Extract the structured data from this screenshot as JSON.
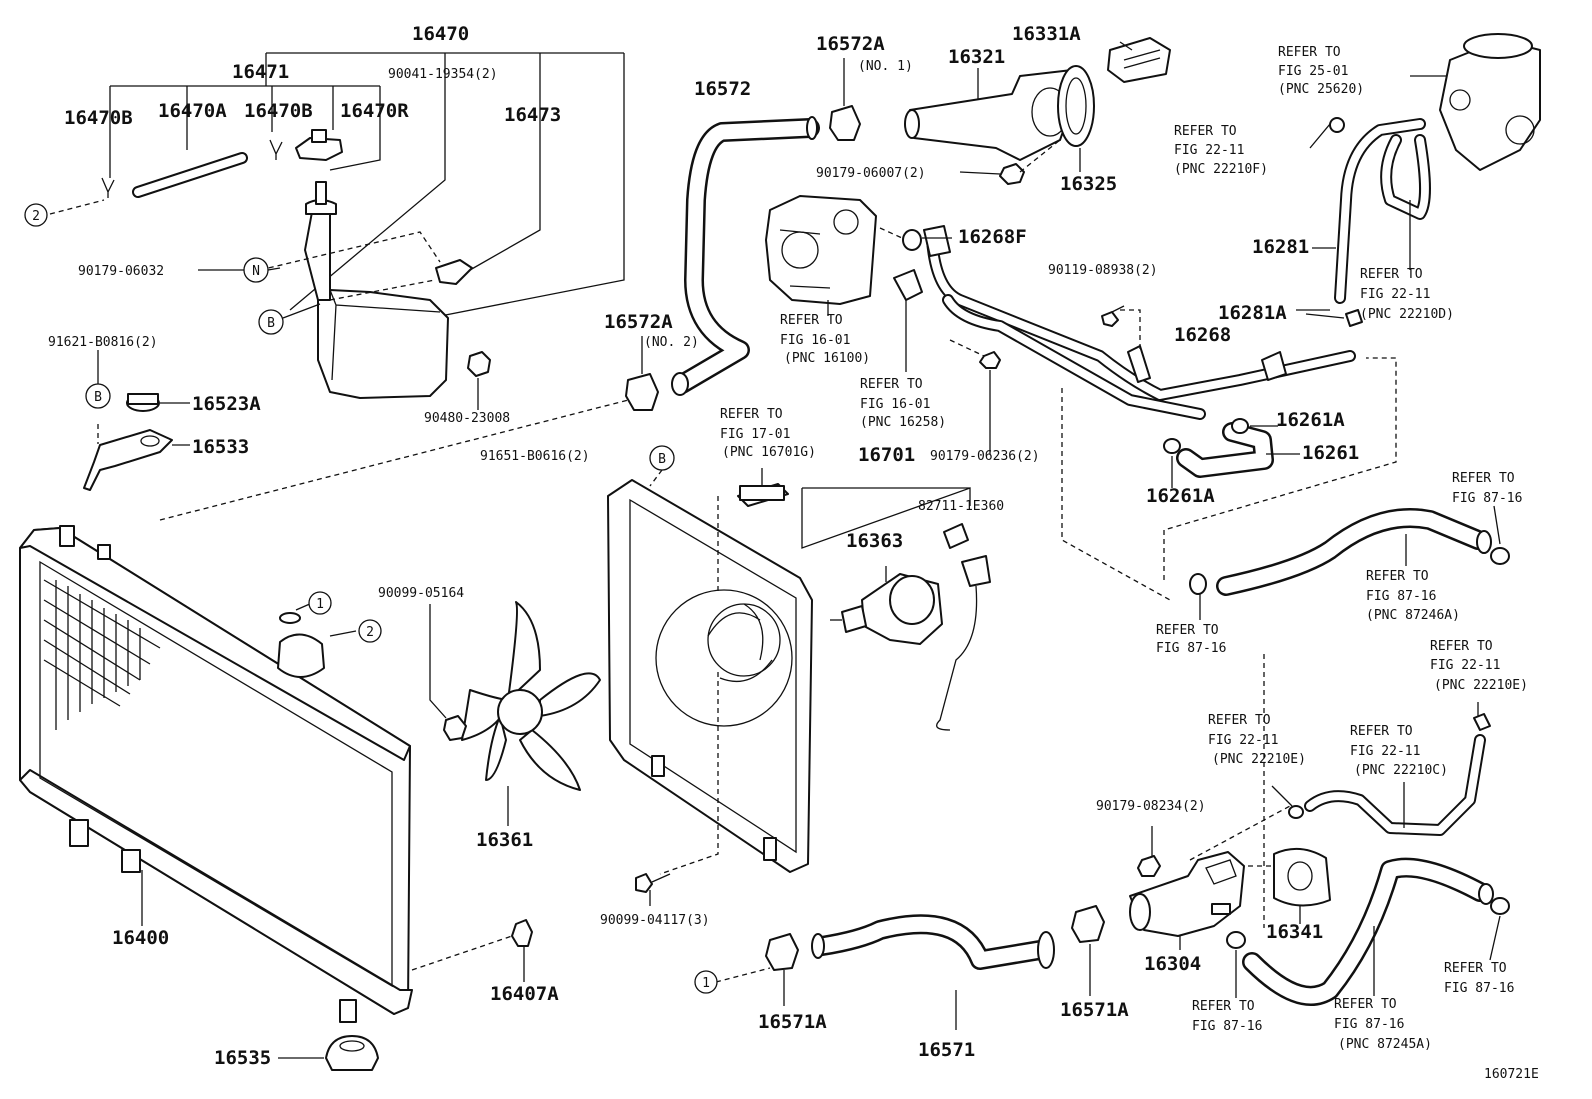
{
  "diagram": {
    "labels": {
      "p16470": "16470",
      "p16471": "16471",
      "p90041": "90041-19354(2)",
      "p16470B_left": "16470B",
      "p16470A": "16470A",
      "p16470B_right": "16470B",
      "p16470R": "16470R",
      "p16473": "16473",
      "p90179_06032": "90179-06032",
      "p91621": "91621-B0816(2)",
      "p16523A": "16523A",
      "p16533": "16533",
      "p90480": "90480-23008",
      "p16572": "16572",
      "p16572A_top": "16572A",
      "no1": "(NO. 1)",
      "p16572A_mid": "16572A",
      "no2": "(NO. 2)",
      "p16321": "16321",
      "p16331A": "16331A",
      "p90179_06007": "90179-06007(2)",
      "p16325": "16325",
      "p16268F": "16268F",
      "p90119": "90119-08938(2)",
      "p16281": "16281",
      "p16281A": "16281A",
      "p16268": "16268",
      "p16261A_right": "16261A",
      "p16261": "16261",
      "p16261A_left": "16261A",
      "p90179_06236": "90179-06236(2)",
      "p91651": "91651-B0616(2)",
      "p16701": "16701",
      "p82711": "82711-1E360",
      "p16363": "16363",
      "p90099_05164": "90099-05164",
      "p16361": "16361",
      "p90099_04117": "90099-04117(3)",
      "p16400": "16400",
      "p16407A": "16407A",
      "p16535": "16535",
      "p16571A_left": "16571A",
      "p16571": "16571",
      "p16571A_right": "16571A",
      "p90179_08234": "90179-08234(2)",
      "p16304": "16304",
      "p16341": "16341",
      "code": "160721E"
    },
    "callouts": {
      "c1": "1",
      "c2": "2",
      "N": "N",
      "B": "B"
    },
    "refs": {
      "r_fig25_a": "REFER TO",
      "r_fig25_b": "FIG 25-01",
      "r_fig25_c": "(PNC 25620)",
      "r_f_a": "REFER TO",
      "r_f_b": "FIG 22-11",
      "r_f_c": "(PNC 22210F)",
      "r_d_a": "REFER TO",
      "r_d_b": "FIG 22-11",
      "r_d_c": "(PNC 22210D)",
      "r_16100_a": "REFER TO",
      "r_16100_b": "FIG 16-01",
      "r_16100_c": "(PNC 16100)",
      "r_16258_a": "REFER TO",
      "r_16258_b": "FIG 16-01",
      "r_16258_c": "(PNC 16258)",
      "r_16701G_a": "REFER TO",
      "r_16701G_b": "FIG 17-01",
      "r_16701G_c": "(PNC 16701G)",
      "r_8716a_a": "REFER TO",
      "r_8716a_b": "FIG 87-16",
      "r_87246A_a": "REFER TO",
      "r_87246A_b": "FIG 87-16",
      "r_87246A_c": "(PNC 87246A)",
      "r_8716mid_a": "REFER TO",
      "r_8716mid_b": "FIG 87-16",
      "r_e_right_a": "REFER TO",
      "r_e_right_b": "FIG 22-11",
      "r_e_right_c": "(PNC 22210E)",
      "r_e_left_a": "REFER TO",
      "r_e_left_b": "FIG 22-11",
      "r_e_left_c": "(PNC 22210E)",
      "r_c_a": "REFER TO",
      "r_c_b": "FIG 22-11",
      "r_c_c": "(PNC 22210C)",
      "r_8716br_a": "REFER TO",
      "r_8716br_b": "FIG 87-16",
      "r_8716bl_a": "REFER TO",
      "r_8716bl_b": "FIG 87-16",
      "r_87245A_a": "REFER TO",
      "r_87245A_b": "FIG 87-16",
      "r_87245A_c": "(PNC 87245A)"
    }
  }
}
